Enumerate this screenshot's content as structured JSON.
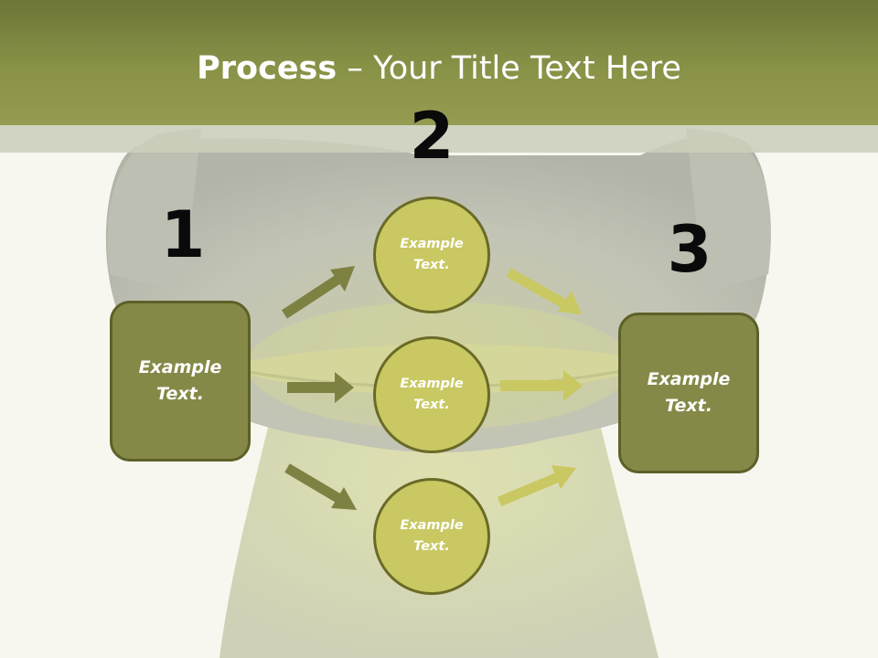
{
  "title": {
    "bold": "Process",
    "rest": " – Your Title Text Here"
  },
  "steps": [
    {
      "number": "1",
      "text": "Example Text."
    },
    {
      "number": "2",
      "texts": [
        "Example Text.",
        "Example Text.",
        "Example Text."
      ]
    },
    {
      "number": "3",
      "text": "Example Text."
    }
  ],
  "colors": {
    "header": "#8a9247",
    "box_fill": "#858947",
    "circle_fill": "#c9c862",
    "arrow_dark": "#7d8142",
    "arrow_light": "#c9c862"
  }
}
